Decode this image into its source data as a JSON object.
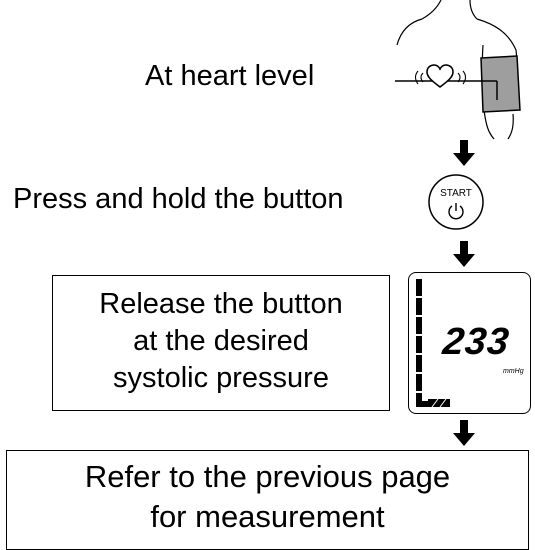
{
  "steps": {
    "heart_level": "At heart level",
    "press_hold": "Press and hold the button",
    "release": [
      "Release the button",
      "at the desired",
      "systolic pressure"
    ],
    "refer": [
      "Refer to the previous page",
      "for measurement"
    ]
  },
  "start_button": {
    "label": "START",
    "icon": "power-icon"
  },
  "display": {
    "reading": "233",
    "unit": "mmHg",
    "icon": "battery-icon"
  }
}
